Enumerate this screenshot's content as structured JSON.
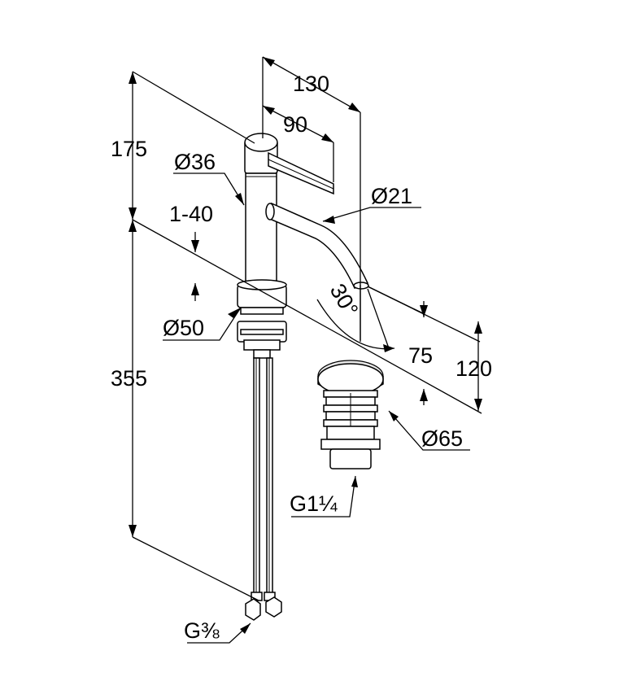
{
  "dimensions": {
    "top_height": "175",
    "overall_reach": "130",
    "lever_reach": "90",
    "body_diameter": "Ø36",
    "spout_diameter": "Ø21",
    "deck_thickness": "1-40",
    "base_diameter": "Ø50",
    "spout_angle": "30°",
    "spout_offset": "75",
    "spout_height": "120",
    "bottom_height": "355",
    "waste_diameter": "Ø65",
    "waste_thread": "G1¼",
    "supply_thread": "G⅜"
  }
}
